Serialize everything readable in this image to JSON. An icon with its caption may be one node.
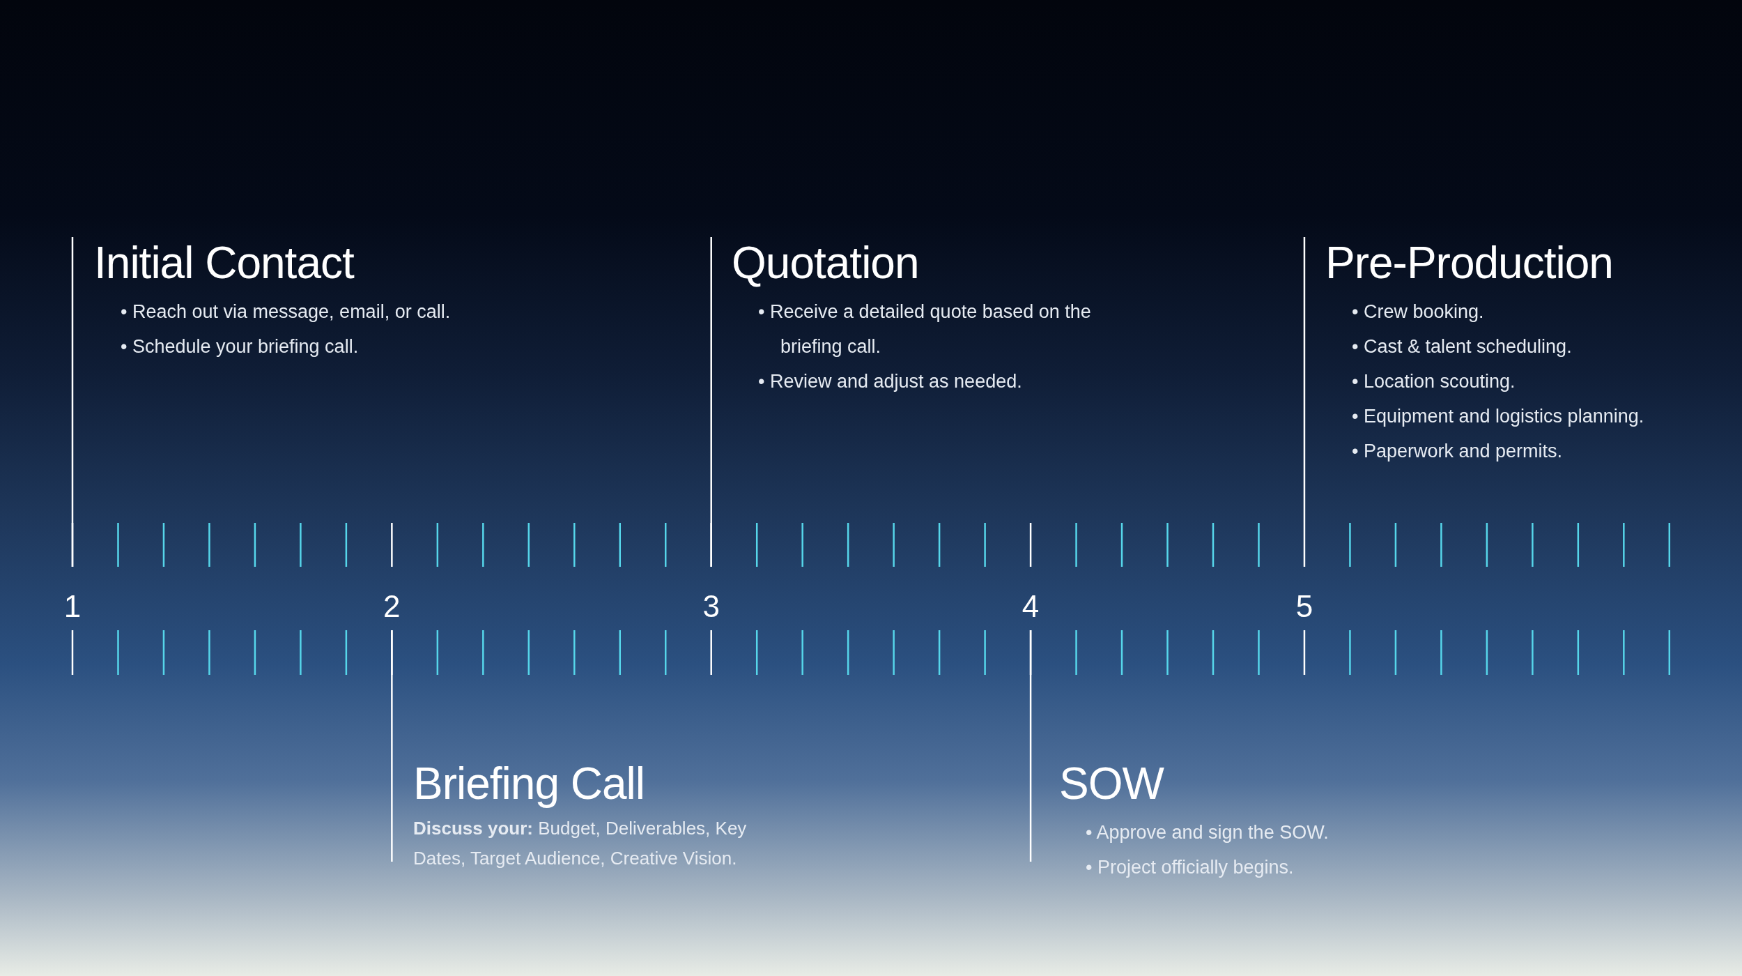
{
  "diagram": {
    "nodes": [
      {
        "text": [
          "Initial Contact",
          "• Reach out via message, email, or call.",
          "• Schedule your briefing call."
        ]
      },
      {
        "text": [
          "Briefing Call",
          "**Discuss your:** Budget, Deliverables, Key Dates, Target Audience, Creative Vision."
        ]
      },
      {
        "text": [
          "Quotation",
          "• Receive a detailed quote based on the briefing call.",
          "• Review and adjust as needed."
        ]
      },
      {
        "text": [
          "SOW",
          "• Approve and sign the SOW.",
          "• Project officially begins."
        ]
      },
      {
        "text": [
          "Pre-Production",
          "• Crew booking.",
          "• Cast & talent scheduling.",
          "• Location scouting.",
          "• Equipment and logistics planning.",
          "• Paperwork and permits."
        ]
      }
    ],
    "labels": [
      "1",
      "2",
      "3",
      "4",
      "5"
    ]
  }
}
